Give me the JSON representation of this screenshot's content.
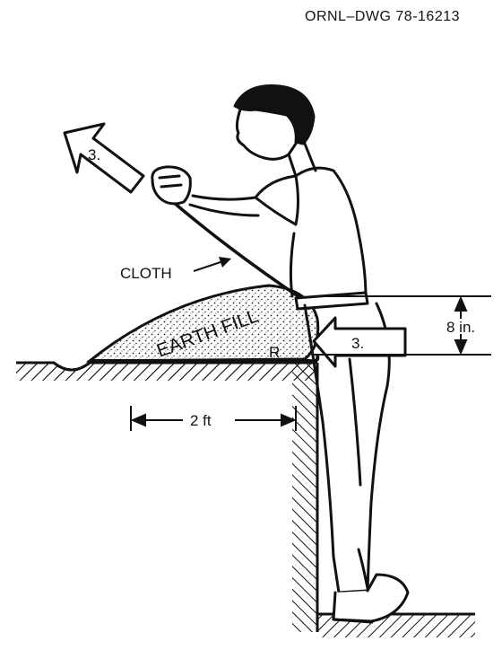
{
  "drawing_id": "ORNL–DWG 78-16213",
  "labels": {
    "cloth": "CLOTH",
    "earth_fill": "EARTH FILL",
    "r": "R",
    "arrow_left": "3.",
    "arrow_right": "3.",
    "height_dim": "8 in.",
    "width_dim": "2 ft"
  },
  "colors": {
    "ink": "#111111",
    "paper": "#ffffff"
  }
}
